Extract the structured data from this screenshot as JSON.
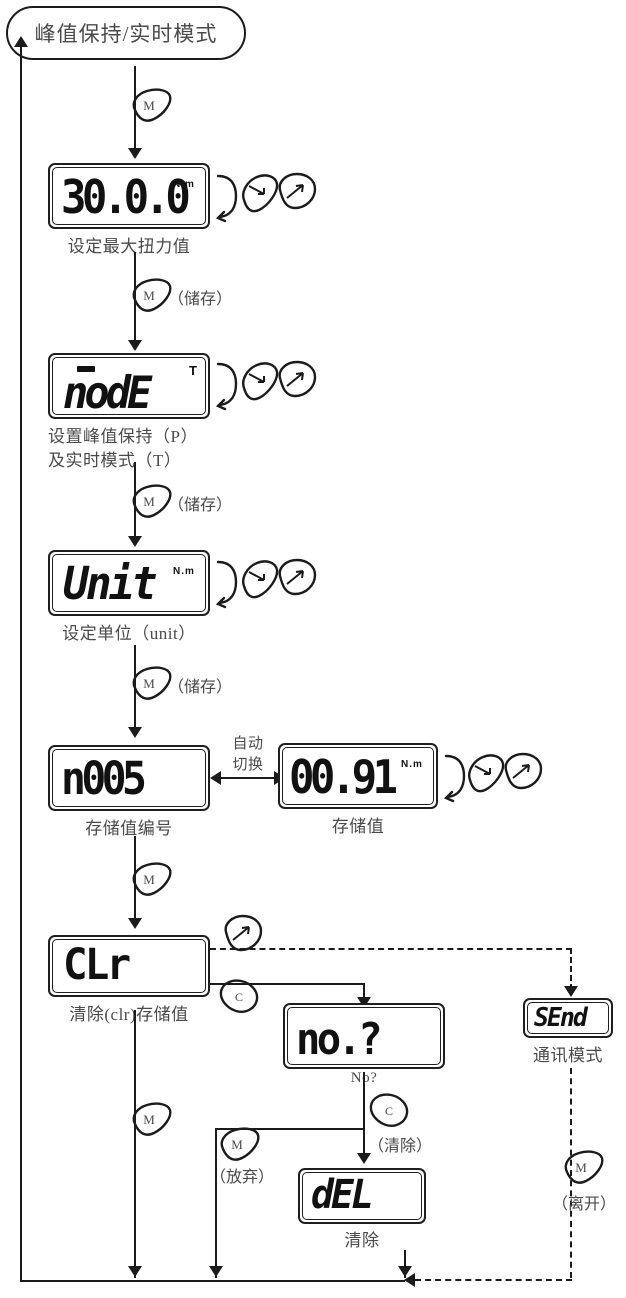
{
  "diagram": {
    "title": "峰值保持/实时模式",
    "type": "torque-meter-operation-flowchart"
  },
  "nodes": {
    "start": {
      "label": "峰值保持/实时模式"
    },
    "max_torque": {
      "display": "3000",
      "display_decimals": "30.0.0",
      "unit": "N.m",
      "caption": "设定最大扭力值"
    },
    "mode": {
      "display": "nodE",
      "flag": "T",
      "caption_line1": "设置峰值保持（P）",
      "caption_line2": "及实时模式（T）"
    },
    "unit_setting": {
      "display": "Unit",
      "unit": "N.m",
      "caption": "设定单位（unit）"
    },
    "mem_index": {
      "display": "n005",
      "caption": "存储值编号"
    },
    "mem_value": {
      "display": "00.91",
      "unit": "N.m",
      "caption": "存储值"
    },
    "clear": {
      "display": "CLr",
      "caption": "清除(clr)存储值"
    },
    "confirm": {
      "display": "no.?",
      "caption": "No?"
    },
    "deleted": {
      "display": "dEL",
      "caption": "清除"
    },
    "send": {
      "display": "SEnd",
      "caption": "通讯模式"
    }
  },
  "keys": {
    "m": "M",
    "c": "C",
    "down": "↓",
    "up": "↑"
  },
  "edge_labels": {
    "save_1": "（储存）",
    "save_2": "（储存）",
    "save_3": "（储存）",
    "auto_switch_line1": "自动",
    "auto_switch_line2": "切换",
    "clear_action": "（清除）",
    "abandon": "（放弃）",
    "leave": "（离开）"
  },
  "colors": {
    "line": "#1b1b1b",
    "text": "#4a4a4a",
    "segment": "#111111",
    "background": "#ffffff"
  }
}
